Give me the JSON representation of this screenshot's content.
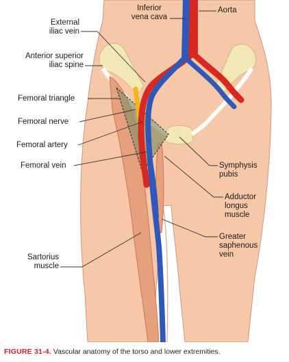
{
  "labels": {
    "ivc": [
      "Inferior",
      "vena cava"
    ],
    "aorta": [
      "Aorta"
    ],
    "external_iliac_vein": [
      "External",
      "iliac vein"
    ],
    "asis": [
      "Anterior superior",
      "iliac spine"
    ],
    "femoral_triangle": [
      "Femoral triangle"
    ],
    "femoral_nerve": [
      "Femoral nerve"
    ],
    "femoral_artery": [
      "Femoral artery"
    ],
    "femoral_vein": [
      "Femoral vein"
    ],
    "symphysis_pubis": [
      "Symphysis",
      "pubis"
    ],
    "adductor_longus": [
      "Adductor",
      "longus",
      "muscle"
    ],
    "greater_saphenous": [
      "Greater",
      "saphenous",
      "vein"
    ],
    "sartorius": [
      "Sartorius",
      "muscle"
    ]
  },
  "caption": {
    "number": "FIGURE 31-4.",
    "text": "Vascular anatomy of the torso and lower extremities."
  },
  "colors": {
    "skin": "#f6c7a8",
    "skin_outline": "#c99880",
    "artery": "#d9281f",
    "vein": "#2f58b8",
    "bone": "#f3e7b5",
    "muscle": "#e6a07c",
    "triangle": "#8b9167",
    "caption_number": "#c8202b"
  }
}
